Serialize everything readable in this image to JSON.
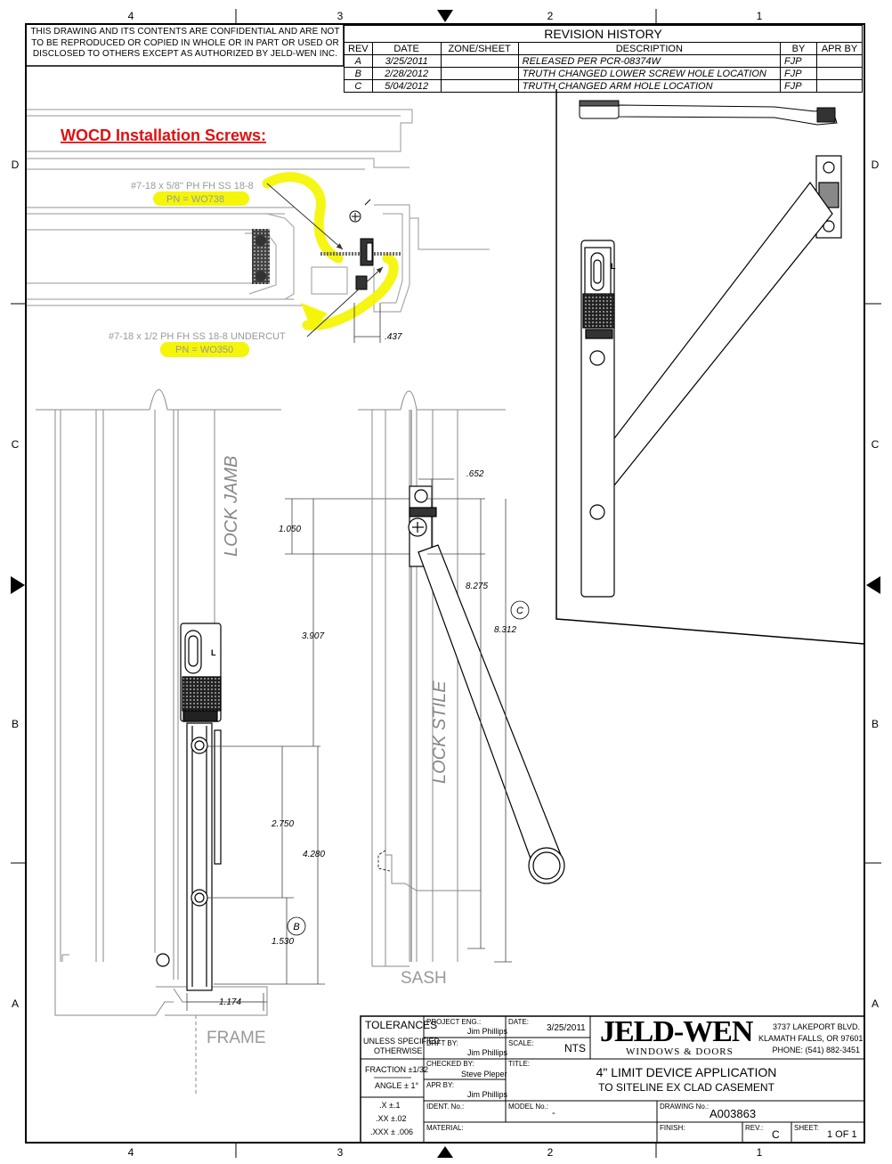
{
  "zones": {
    "top": [
      "4",
      "3",
      "2",
      "1"
    ],
    "bottom": [
      "4",
      "3",
      "2",
      "1"
    ],
    "left": [
      "D",
      "C",
      "B",
      "A"
    ],
    "right": [
      "D",
      "C",
      "B",
      "A"
    ]
  },
  "confidentiality": "THIS DRAWING AND ITS CONTENTS ARE CONFIDENTIAL AND ARE NOT TO BE REPRODUCED OR COPIED IN WHOLE OR IN PART OR USED OR DISCLOSED TO OTHERS EXCEPT AS AUTHORIZED BY JELD-WEN INC.",
  "revision_history": {
    "title": "REVISION HISTORY",
    "headers": [
      "REV",
      "DATE",
      "ZONE/SHEET",
      "DESCRIPTION",
      "BY",
      "APR BY"
    ],
    "rows": [
      {
        "rev": "A",
        "date": "3/25/2011",
        "zone": "",
        "description": "RELEASED PER PCR-08374W",
        "by": "FJP",
        "apr": ""
      },
      {
        "rev": "B",
        "date": "2/28/2012",
        "zone": "",
        "description": "TRUTH CHANGED LOWER SCREW HOLE LOCATION",
        "by": "FJP",
        "apr": ""
      },
      {
        "rev": "C",
        "date": "5/04/2012",
        "zone": "",
        "description": "TRUTH CHANGED ARM HOLE LOCATION",
        "by": "FJP",
        "apr": ""
      }
    ]
  },
  "screws": {
    "heading": "WOCD Installation Screws:",
    "screw1_desc": "#7-18 x 5/8\" PH FH SS 18-8",
    "screw1_pn": "PN = WO738",
    "screw2_desc": "#7-18 x 1/2 PH FH SS 18-8 UNDERCUT",
    "screw2_pn": "PN = WO350",
    "dim_437": ".437",
    "highlight_color": "#f5f50a",
    "heading_color": "#e01010"
  },
  "labels": {
    "lock_jamb": "LOCK JAMB",
    "lock_stile": "LOCK STILE",
    "sash": "SASH",
    "frame": "FRAME",
    "rev_c": "C",
    "rev_b": "B",
    "hand_mark": "L"
  },
  "dimensions": {
    "d652": ".652",
    "d1050": "1.050",
    "d8275": "8.275",
    "d8312": "8.312",
    "d3907": "3.907",
    "d2750": "2.750",
    "d4280": "4.280",
    "d1530": "1.530",
    "d1174": "1.174"
  },
  "title_block": {
    "tolerances": "TOLERANCES",
    "unless": "UNLESS SPECIFIED",
    "otherwise": "OTHERWISE",
    "fraction": "FRACTION ±1/32",
    "angle": "ANGLE ± 1°",
    "tol_x": ".X ±.1",
    "tol_xx": ".XX ±.02",
    "tol_xxx": ".XXX ± .006",
    "project_eng_label": "PROJECT ENG.:",
    "project_eng": "Jim Phillips",
    "drft_label": "DRFT BY:",
    "drft": "Jim Phillips",
    "checked_label": "CHECKED BY:",
    "checked": "Steve Pleper",
    "apr_label": "APR BY:",
    "apr": "Jim Phillips",
    "ident_label": "IDENT. No.:",
    "model_label": "MODEL No.:",
    "model": "-",
    "material_label": "MATERIAL:",
    "date_label": "DATE:",
    "date": "3/25/2011",
    "scale_label": "SCALE:",
    "scale": "NTS",
    "title_label": "TITLE:",
    "title1": "4\" LIMIT DEVICE APPLICATION",
    "title2": "TO SITELINE EX CLAD CASEMENT",
    "drawing_label": "DRAWING No.:",
    "drawing": "A003863",
    "finish_label": "FINISH:",
    "rev_label": "REV.:",
    "rev": "C",
    "sheet_label": "SHEET:",
    "sheet": "1 OF 1",
    "logo_main": "JELD-WEN",
    "logo_sub": "WINDOWS & DOORS",
    "addr1": "3737 LAKEPORT BLVD.",
    "addr2": "KLAMATH FALLS, OR 97601",
    "addr3": "PHONE: (541) 882-3451"
  }
}
